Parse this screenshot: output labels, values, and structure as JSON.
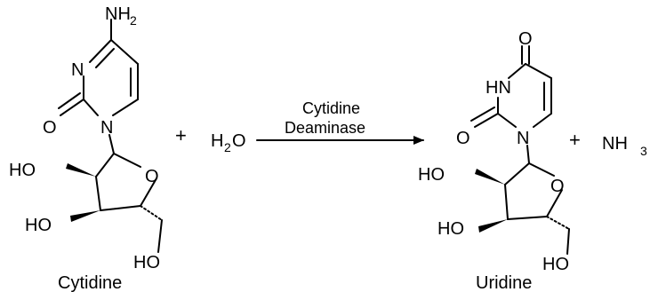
{
  "reaction": {
    "reactant": {
      "name": "Cytidine",
      "amine_group": "NH",
      "amine_sub": "2",
      "ring_n": "N",
      "ring_n1": "N",
      "carbonyl_o": "O",
      "sugar_o": "O",
      "oh_2": "HO",
      "oh_3": "HO",
      "oh_5": "HO"
    },
    "plus_1": "+",
    "water": {
      "h": "H",
      "sub": "2",
      "o": "O"
    },
    "enzyme_line_1": "Cytidine",
    "enzyme_line_2": "Deaminase",
    "product": {
      "name": "Uridine",
      "carbonyl_o_top": "O",
      "ring_nh": "HN",
      "carbonyl_o": "O",
      "ring_n1": "N",
      "sugar_o": "O",
      "oh_2": "HO",
      "oh_3": "HO",
      "oh_5": "HO"
    },
    "plus_2": "+",
    "ammonia": {
      "nh": "NH",
      "sub": "3"
    }
  }
}
